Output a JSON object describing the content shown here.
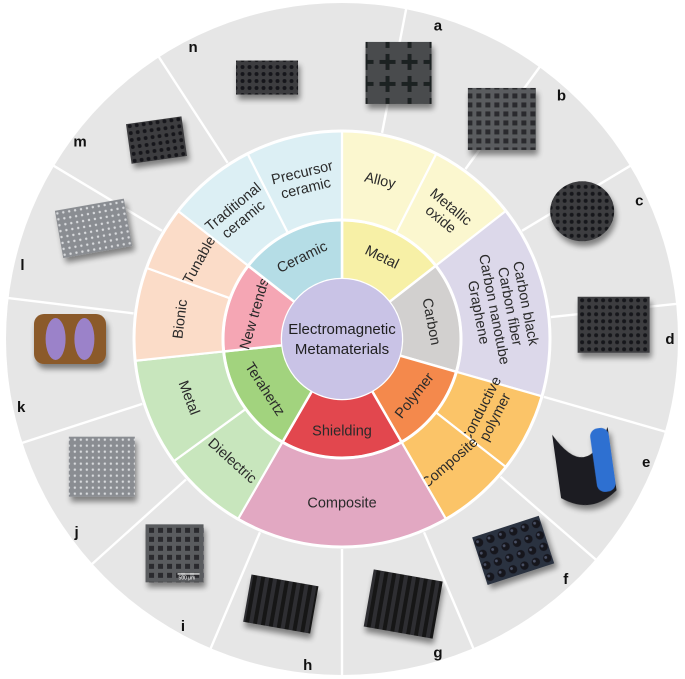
{
  "center": {
    "lines": [
      "Electromagnetic",
      "Metamaterials"
    ],
    "color": "#c9c3e6"
  },
  "categories": [
    {
      "label": "Metal",
      "color": "#f7f0a6",
      "outer_color": "#fbf7cf",
      "subs": [
        {
          "lines": [
            "Alloy"
          ]
        },
        {
          "lines": [
            "Metallic",
            "oxide"
          ]
        }
      ]
    },
    {
      "label": "Carbon",
      "color": "#d2d0cf",
      "outer_color": "#dcd8ea",
      "subs": [
        {
          "lines": [
            "Carbon black",
            "Carbon fiber",
            "Carbon nanotube",
            "Graphene"
          ]
        }
      ]
    },
    {
      "label": "Polymer",
      "color": "#f4894c",
      "outer_color": "#fbc468",
      "subs": [
        {
          "lines": [
            "Conductive",
            "polymer"
          ]
        },
        {
          "lines": [
            "Composite"
          ]
        }
      ]
    },
    {
      "label": "Shielding",
      "color": "#e2474e",
      "outer_color": "#e2a8c2",
      "subs": [
        {
          "lines": [
            "Composite"
          ]
        }
      ]
    },
    {
      "label": "Terahertz",
      "color": "#a2d37e",
      "outer_color": "#c8e6bd",
      "subs": [
        {
          "lines": [
            "Dielectric"
          ]
        },
        {
          "lines": [
            "Metal"
          ]
        }
      ]
    },
    {
      "label": "New trends",
      "color": "#f5a6b4",
      "outer_color": "#fbdcc8",
      "subs": [
        {
          "lines": [
            "Bionic"
          ]
        },
        {
          "lines": [
            "Tunable"
          ]
        }
      ]
    },
    {
      "label": "Ceramic",
      "color": "#b5dde6",
      "outer_color": "#dceff4",
      "subs": [
        {
          "lines": [
            "Traditional",
            "ceramic"
          ]
        },
        {
          "lines": [
            "Precursor",
            "ceramic"
          ]
        }
      ]
    }
  ],
  "photos": [
    {
      "letter": "a",
      "desc": "metamaterial-sample"
    },
    {
      "letter": "b",
      "desc": "metamaterial-sample"
    },
    {
      "letter": "c",
      "desc": "metamaterial-sample"
    },
    {
      "letter": "d",
      "desc": "metamaterial-sample"
    },
    {
      "letter": "e",
      "desc": "metamaterial-sample"
    },
    {
      "letter": "f",
      "desc": "metamaterial-sample"
    },
    {
      "letter": "g",
      "desc": "metamaterial-sample"
    },
    {
      "letter": "h",
      "desc": "metamaterial-sample"
    },
    {
      "letter": "i",
      "desc": "metamaterial-sample",
      "scale_text": "500 μm"
    },
    {
      "letter": "j",
      "desc": "metamaterial-sample"
    },
    {
      "letter": "k",
      "desc": "metamaterial-sample"
    },
    {
      "letter": "l",
      "desc": "metamaterial-sample"
    },
    {
      "letter": "m",
      "desc": "metamaterial-sample"
    },
    {
      "letter": "n",
      "desc": "metamaterial-sample"
    }
  ],
  "colors": {
    "outer_ring": "#e6e6e6",
    "separator": "#ffffff",
    "letter": "#111111"
  }
}
